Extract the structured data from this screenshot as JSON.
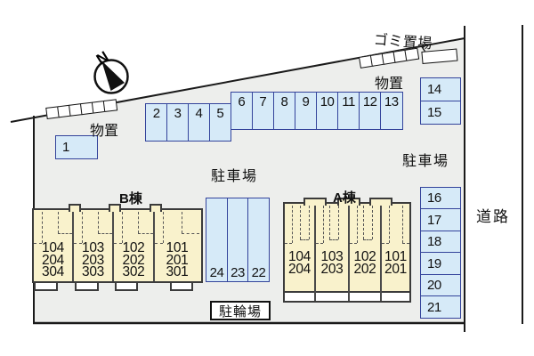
{
  "site": {
    "north_label": "N",
    "garbage_label": "ゴミ置場",
    "storage_left_label": "物置",
    "storage_right_label": "物置",
    "parking_center_label": "駐車場",
    "parking_right_label": "駐車場",
    "bicycle_label": "駐輪場",
    "road_label": "道路"
  },
  "colors": {
    "plot_fill": "#edeeec",
    "parking_fill": "#d6eaf8",
    "parking_border": "#33439b",
    "building_fill": "#f9f2cc",
    "building_border": "#3b3b3b",
    "line": "#1a1a1a"
  },
  "parking": {
    "space_1": "1",
    "row_2_5": [
      "2",
      "3",
      "4",
      "5"
    ],
    "row_6_13": [
      "6",
      "7",
      "8",
      "9",
      "10",
      "11",
      "12",
      "13"
    ],
    "col_14_15": [
      "14",
      "15"
    ],
    "col_16_21": [
      "16",
      "17",
      "18",
      "19",
      "20",
      "21"
    ],
    "row_22_24": [
      "24",
      "23",
      "22"
    ]
  },
  "buildings": {
    "b": {
      "name": "B棟",
      "units": [
        [
          "104",
          "204",
          "304"
        ],
        [
          "103",
          "203",
          "303"
        ],
        [
          "102",
          "202",
          "302"
        ],
        [
          "101",
          "201",
          "301"
        ]
      ]
    },
    "a": {
      "name": "A棟",
      "units": [
        [
          "104",
          "204"
        ],
        [
          "103",
          "203"
        ],
        [
          "102",
          "202"
        ],
        [
          "101",
          "201"
        ]
      ]
    }
  }
}
